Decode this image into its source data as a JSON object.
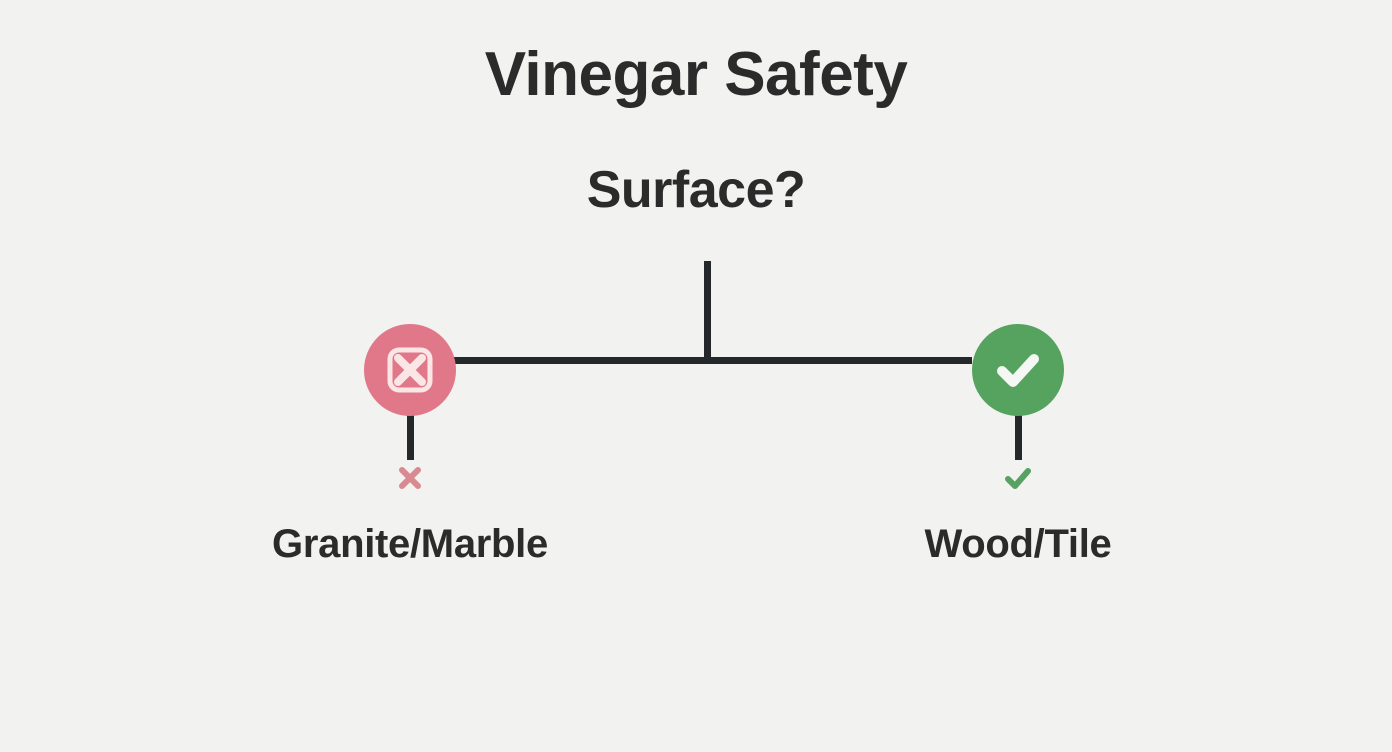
{
  "diagram": {
    "title": "Vinegar Safety",
    "subtitle": "Surface?",
    "background_color": "#f2f2f0",
    "line_color": "#25282b",
    "text_color": "#2b2b2b",
    "branches": [
      {
        "id": "unsafe",
        "label": "Granite/Marble",
        "node_icon": "box-x-icon",
        "node_color": "#e0788a",
        "mark_icon": "x-mark-icon",
        "mark_color": "#d98a90",
        "verdict": "unsafe"
      },
      {
        "id": "safe",
        "label": "Wood/Tile",
        "node_icon": "check-icon",
        "node_color": "#55a35f",
        "mark_icon": "check-mark-icon",
        "mark_color": "#57a262",
        "verdict": "safe"
      }
    ]
  }
}
